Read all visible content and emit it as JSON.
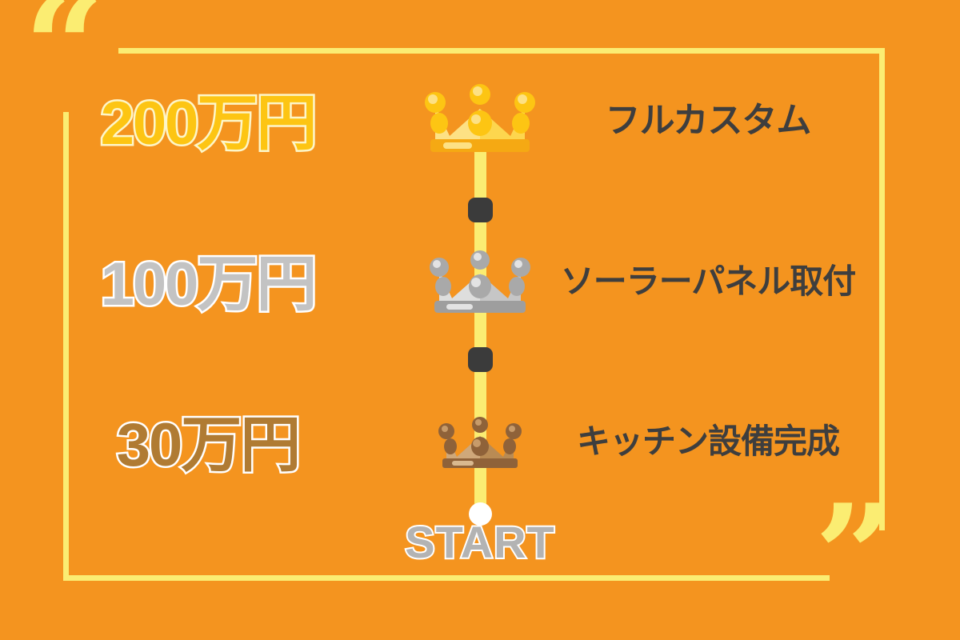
{
  "poster": {
    "background_color": "#f4941f",
    "accent_color": "#fbed72",
    "quote_open": "“",
    "quote_close": "”",
    "start_label": "START"
  },
  "milestones": [
    {
      "amount": "200万円",
      "label": "フルカスタム",
      "tier": "gold",
      "amount_color": "#fdc513",
      "amount_outline_color": "#fdf6c9",
      "crown_icon": "crown-gold-icon"
    },
    {
      "amount": "100万円",
      "label": "ソーラーパネル取付",
      "tier": "silver",
      "amount_color": "#c3c3c3",
      "amount_outline_color": "#ffffff",
      "crown_icon": "crown-silver-icon"
    },
    {
      "amount": "30万円",
      "label": "キッチン設備完成",
      "tier": "bronze",
      "amount_color": "#b07b33",
      "amount_outline_color": "#ffffff",
      "crown_icon": "crown-bronze-icon"
    }
  ]
}
